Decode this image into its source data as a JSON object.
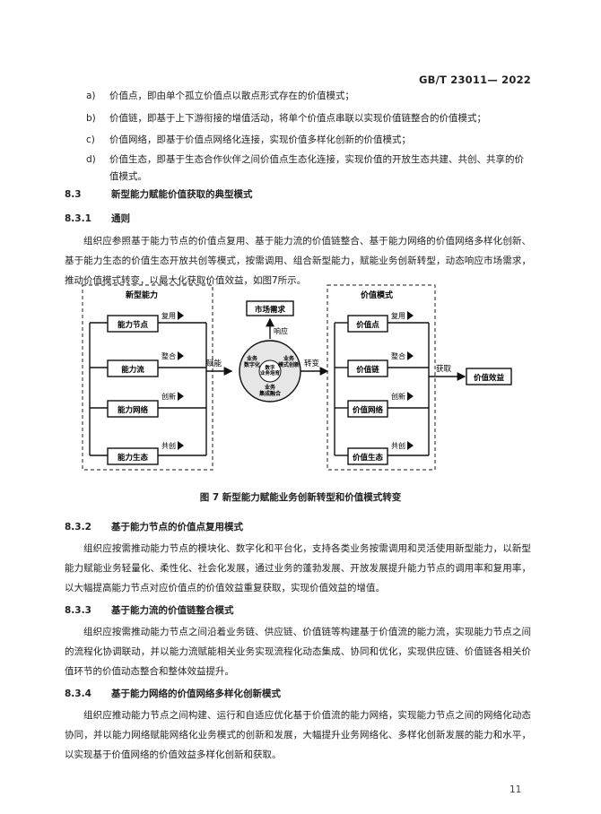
{
  "header": {
    "standard_code": "GB/T 23011— 2022"
  },
  "list": [
    {
      "marker": "a)",
      "text": "价值点，即由单个孤立价值点以散点形式存在的价值模式；"
    },
    {
      "marker": "b)",
      "text": "价值链，即基于上下游衔接的增值活动，将单个价值点串联以实现价值链整合的价值模式；"
    },
    {
      "marker": "c)",
      "text": "价值网络，即基于价值点网络化连接，实现价值多样化创新的价值模式；"
    },
    {
      "marker": "d)",
      "text": "价值生态，即基于生态合作伙伴之间价值点生态化连接，实现价值的开放生态共建、共创、共享的价值模式。"
    }
  ],
  "sections": {
    "s83": {
      "num": "8.3",
      "title": "新型能力赋能价值获取的典型模式"
    },
    "s831": {
      "num": "8.3.1",
      "title": "通则"
    },
    "s832": {
      "num": "8.3.2",
      "title": "基于能力节点的价值点复用模式"
    },
    "s833": {
      "num": "8.3.3",
      "title": "基于能力流的价值链整合模式"
    },
    "s834": {
      "num": "8.3.4",
      "title": "基于能力网络的价值网络多样化创新模式"
    }
  },
  "paragraphs": {
    "p831": "组织应参照基于能力节点的价值点复用、基于能力流的价值链整合、基于能力网络的价值网络多样化创新、基于能力生态的价值生态开放共创等模式，按需调用、组合新型能力，赋能业务创新转型，动态响应市场需求，推动价值模式转变，以最大化获取价值效益，如图7所示。",
    "p832": "组织应按需推动能力节点的模块化、数字化和平台化，支持各类业务按需调用和灵活使用新型能力，以新型能力赋能业务轻量化、柔性化、社会化发展，通过业务的蓬勃发展、开放发展提升能力节点的调用率和复用率，以大幅提高能力节点对应价值点的价值效益重复获取，实现价值效益的增值。",
    "p833": "组织应按需推动能力节点之间沿着业务链、供应链、价值链等构建基于价值流的能力流，实现能力节点之间的流程化协调联动，并以能力流赋能相关业务实现流程化动态集成、协同和优化，实现供应链、价值链各相关价值环节的价值动态整合和整体效益提升。",
    "p834": "组织应推动能力节点之间构建、运行和自适应优化基于价值流的能力网络，实现能力节点之间的网络化动态协同，并以能力网络赋能网络化业务模式的创新和发展，大幅提升业务网络化、多样化创新发展的能力和水平，以实现基于价值网络的价值效益多样化创新和获取。"
  },
  "figure": {
    "caption": "图 7   新型能力赋能业务创新转型和价值模式转变",
    "left_group_title": "新型能力",
    "left_items": [
      "能力节点",
      "能力流",
      "能力网络",
      "能力生态"
    ],
    "left_tags": [
      "复用",
      "整合",
      "创新",
      "共创"
    ],
    "empower_label": "赋能",
    "market_label": "市场需求",
    "respond_label": "响应",
    "circle_labels": {
      "top_left": "业务\n数字化",
      "top_right": "业务\n模式创新",
      "bottom": "业务\n集成融合",
      "center": "数字\n业务培育"
    },
    "transform_label": "转变",
    "right_group_title": "价值模式",
    "right_items": [
      "价值点",
      "价值链",
      "价值网络",
      "价值生态"
    ],
    "right_tags": [
      "复用",
      "整合",
      "创新",
      "共创"
    ],
    "acquire_label": "获取",
    "benefit_label": "价值效益"
  },
  "footer": {
    "page_number": "11"
  }
}
